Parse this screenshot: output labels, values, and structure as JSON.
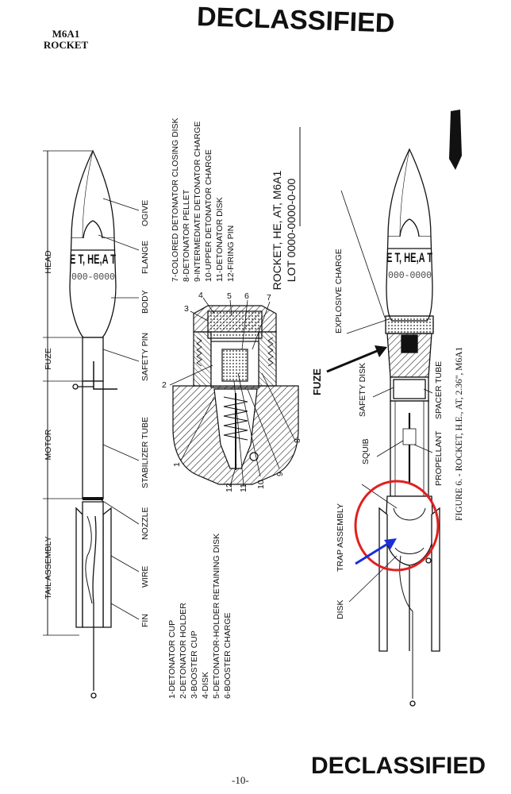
{
  "header": {
    "stamp_top": "DECLASSIFIED",
    "stamp_bottom": "DECLASSIFIED",
    "model_line1": "M6A1",
    "model_line2": "ROCKET",
    "page_number": "-10-"
  },
  "left_figure": {
    "dim_labels": [
      "HEAD",
      "FUZE",
      "MOTOR",
      "TAIL ASSEMBLY"
    ],
    "part_labels": [
      "OGIVE",
      "FLANGE",
      "BODY",
      "SAFETY PIN",
      "STABILIZER TUBE",
      "NOZZLE",
      "WIRE",
      "FIN"
    ],
    "body_marking_1": "E T, HE,A T",
    "body_marking_2": "000-0000"
  },
  "fuze_detail": {
    "callouts": [
      "1",
      "2",
      "3",
      "4",
      "5",
      "6",
      "7",
      "8",
      "9",
      "10",
      "11",
      "12"
    ],
    "legend_upper": [
      "7-COLORED DETONATOR CLOSING DISK",
      "8-DETONATOR PELLET",
      "9-INTERMEDIATE DETONATOR CHARGE",
      "10-UPPER DETONATOR CHARGE",
      "11-DETONATOR DISK",
      "12-FIRING PIN"
    ],
    "legend_lower": [
      "1-DETONATOR CUP",
      "2-DETONATOR HOLDER",
      "3-BOOSTER CUP",
      "4-DISK",
      "5-DETONATOR-HOLDER RETAINING DISK",
      "6-BOOSTER CHARGE"
    ]
  },
  "right_figure": {
    "lot_line1": "ROCKET, HE, AT, M6A1",
    "lot_line2": "LOT 0000-0000-0-00",
    "part_labels": [
      "EXPLOSIVE CHARGE",
      "FUZE",
      "SAFETY DISK",
      "SPACER TUBE",
      "SQUIB",
      "PROPELLANT",
      "TRAP ASSEMBLY",
      "DISK"
    ],
    "body_marking_1": "E T, HE,A T",
    "body_marking_2": "000-0000"
  },
  "caption": "FIGURE 6. - ROCKET, H.E., AT, 2.36\", M6A1",
  "annotations": {
    "circle_color": "#e02020",
    "arrow_color": "#1a2fd6"
  }
}
